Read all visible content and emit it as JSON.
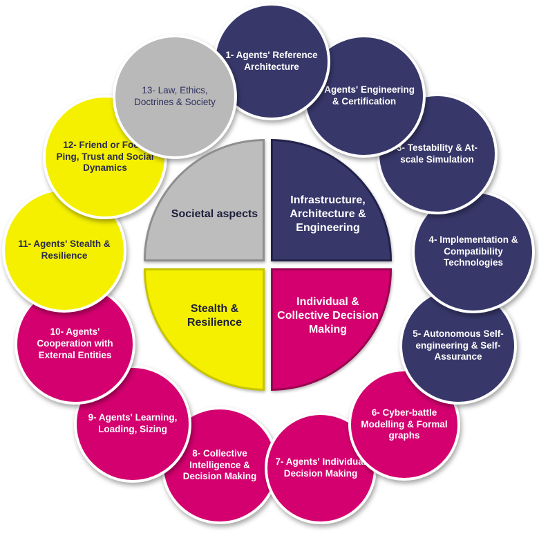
{
  "center": {
    "top_left": "Societal aspects",
    "top_right": "Infrastructure, Architecture & Engineering",
    "bottom_left": "Stealth & Resilience",
    "bottom_right": "Individual & Collective Decision Making"
  },
  "bubbles": [
    {
      "label": "1- Agents' Reference Architecture"
    },
    {
      "label": "2- Agents' Engineering & Certification"
    },
    {
      "label": "3- Testability & At-scale Simulation"
    },
    {
      "label": "4- Implementation & Compatibility Technologies"
    },
    {
      "label": "5- Autonomous Self-engineering & Self-Assurance"
    },
    {
      "label": "6- Cyber-battle Modelling & Formal graphs"
    },
    {
      "label": "7- Agents' Individual Decision Making"
    },
    {
      "label": "8- Collective Intelligence & Decision Making"
    },
    {
      "label": "9- Agents' Learning, Loading, Sizing"
    },
    {
      "label": "10- Agents' Cooperation with External Entities"
    },
    {
      "label": "11- Agents' Stealth & Resilience"
    },
    {
      "label": "12- Friend or Foe?, Ping, Trust and Social Dynamics"
    },
    {
      "label": "13- Law, Ethics, Doctrines & Society"
    }
  ],
  "colors": {
    "navy": "#37376a",
    "magenta": "#d4006f",
    "yellow": "#f4f000",
    "grey": "#b9b9b9"
  }
}
